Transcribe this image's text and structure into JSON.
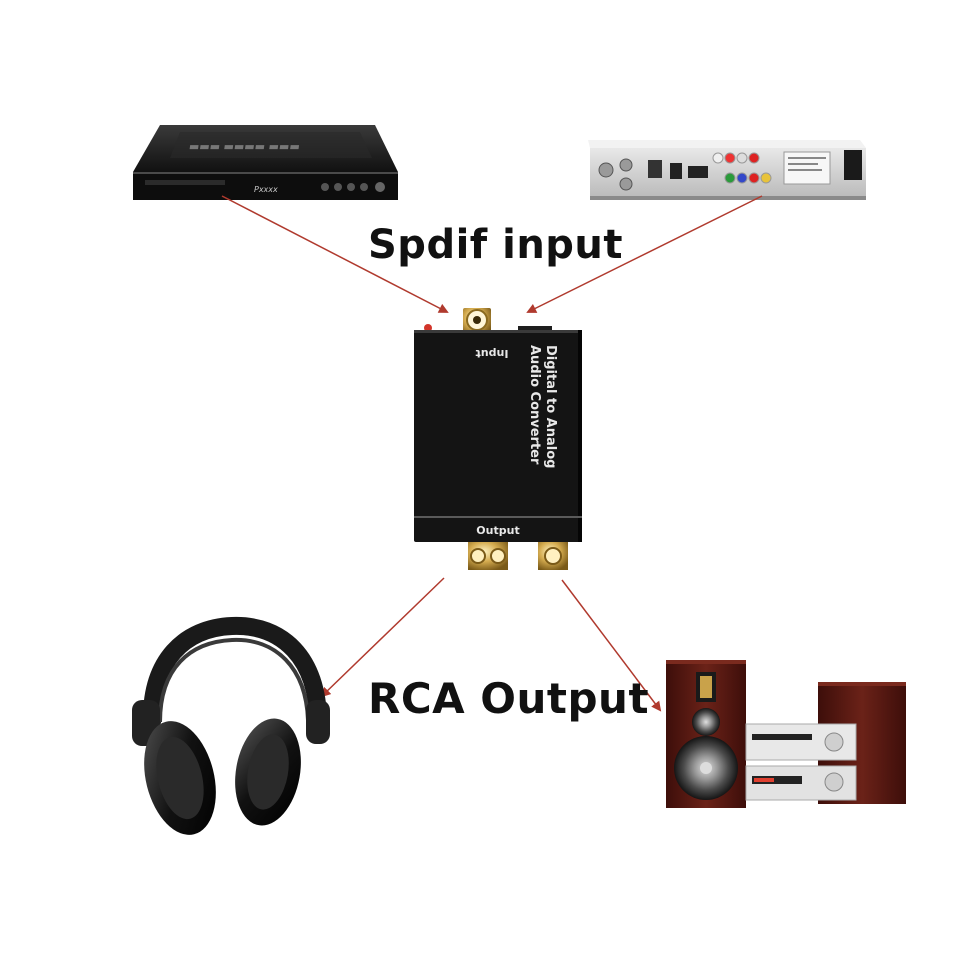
{
  "labels": {
    "spdif_input": "Spdif input",
    "rca_output": "RCA Output"
  },
  "converter": {
    "title_line1": "Digital to Analog",
    "title_line2": "Audio Converter",
    "input_label": "Input",
    "output_label": "Output"
  },
  "dvd_player": {
    "brand": "Pxxxx"
  },
  "colors": {
    "arrow": "#b03a2e",
    "converter_body": "#141414",
    "gold_jack": "#c9a24a",
    "speaker_wood": "#5a1a14"
  },
  "icons": [
    "dvd-player-icon",
    "set-top-box-icon",
    "converter-box-icon",
    "headphones-icon",
    "speaker-system-icon"
  ]
}
